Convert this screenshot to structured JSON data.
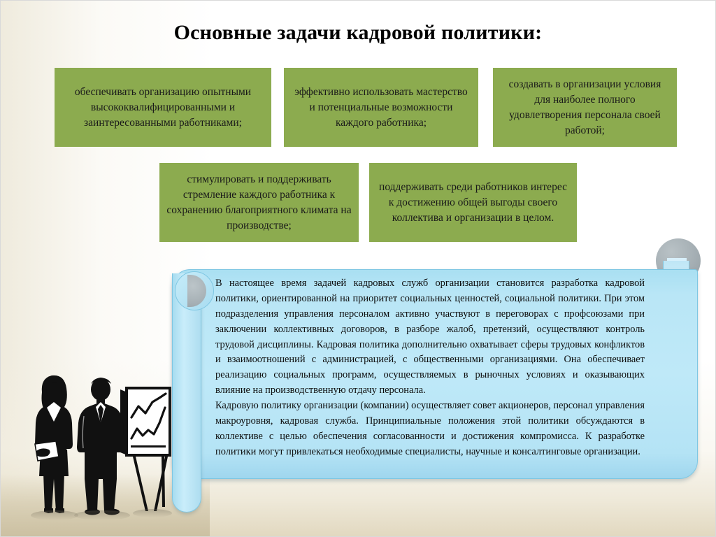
{
  "slide": {
    "title": "Основные задачи кадровой политики:",
    "accent_green": "#8cab4f",
    "accent_blue": "#bfe9f8",
    "background": "#ffffff"
  },
  "task_boxes": [
    {
      "id": "box-1",
      "text": "обеспечивать организацию опытными высококвалифицированными и заинтересованными работниками;"
    },
    {
      "id": "box-2",
      "text": "эффективно использовать мастерство и потенциальные возможности каждого работника;"
    },
    {
      "id": "box-3",
      "text": "создавать в организации условия для наиболее полного удовлетворения персонала своей работой;"
    },
    {
      "id": "box-4",
      "text": "стимулировать и поддерживать стремление каждого работника к сохранению благоприятного климата на производстве;"
    },
    {
      "id": "box-5",
      "text": "поддерживать среди работников интерес к достижению общей выгоды своего коллектива и организации в целом."
    }
  ],
  "scroll_note": {
    "paragraphs": [
      "В настоящее время задачей кадровых служб организации становится разработка кадровой политики, ориентированной на приоритет социальных ценностей, социальной политики. При этом подразделения управления персоналом активно участвуют в переговорах с профсоюзами при заключении коллективных договоров, в разборе жалоб, претензий, осуществляют контроль трудовой дисциплины. Кадровая политика дополнительно охватывает сферы трудовых конфликтов и взаимоотношений с администрацией, с общественными организациями. Она обеспечивает реализацию социальных программ, осуществляемых в рыночных условиях и оказывающих влияние на производственную отдачу персонала.",
      "Кадровую политику организации (компании) осуществляет совет акционеров, персонал управления макроуровня, кадровая служба. Принципиальные положения этой политики обсуждаются в коллективе с целью обеспечения согласованности и достижения компромисса. К разработке политики могут привлекаться необходимые специалисты, научные и консалтинговые организации."
    ]
  },
  "illustration": {
    "name": "business-people-silhouette-with-flipchart",
    "elements": [
      "businesswoman-silhouette",
      "businessman-silhouette",
      "flipchart-easel",
      "line-chart-on-flipchart"
    ]
  }
}
